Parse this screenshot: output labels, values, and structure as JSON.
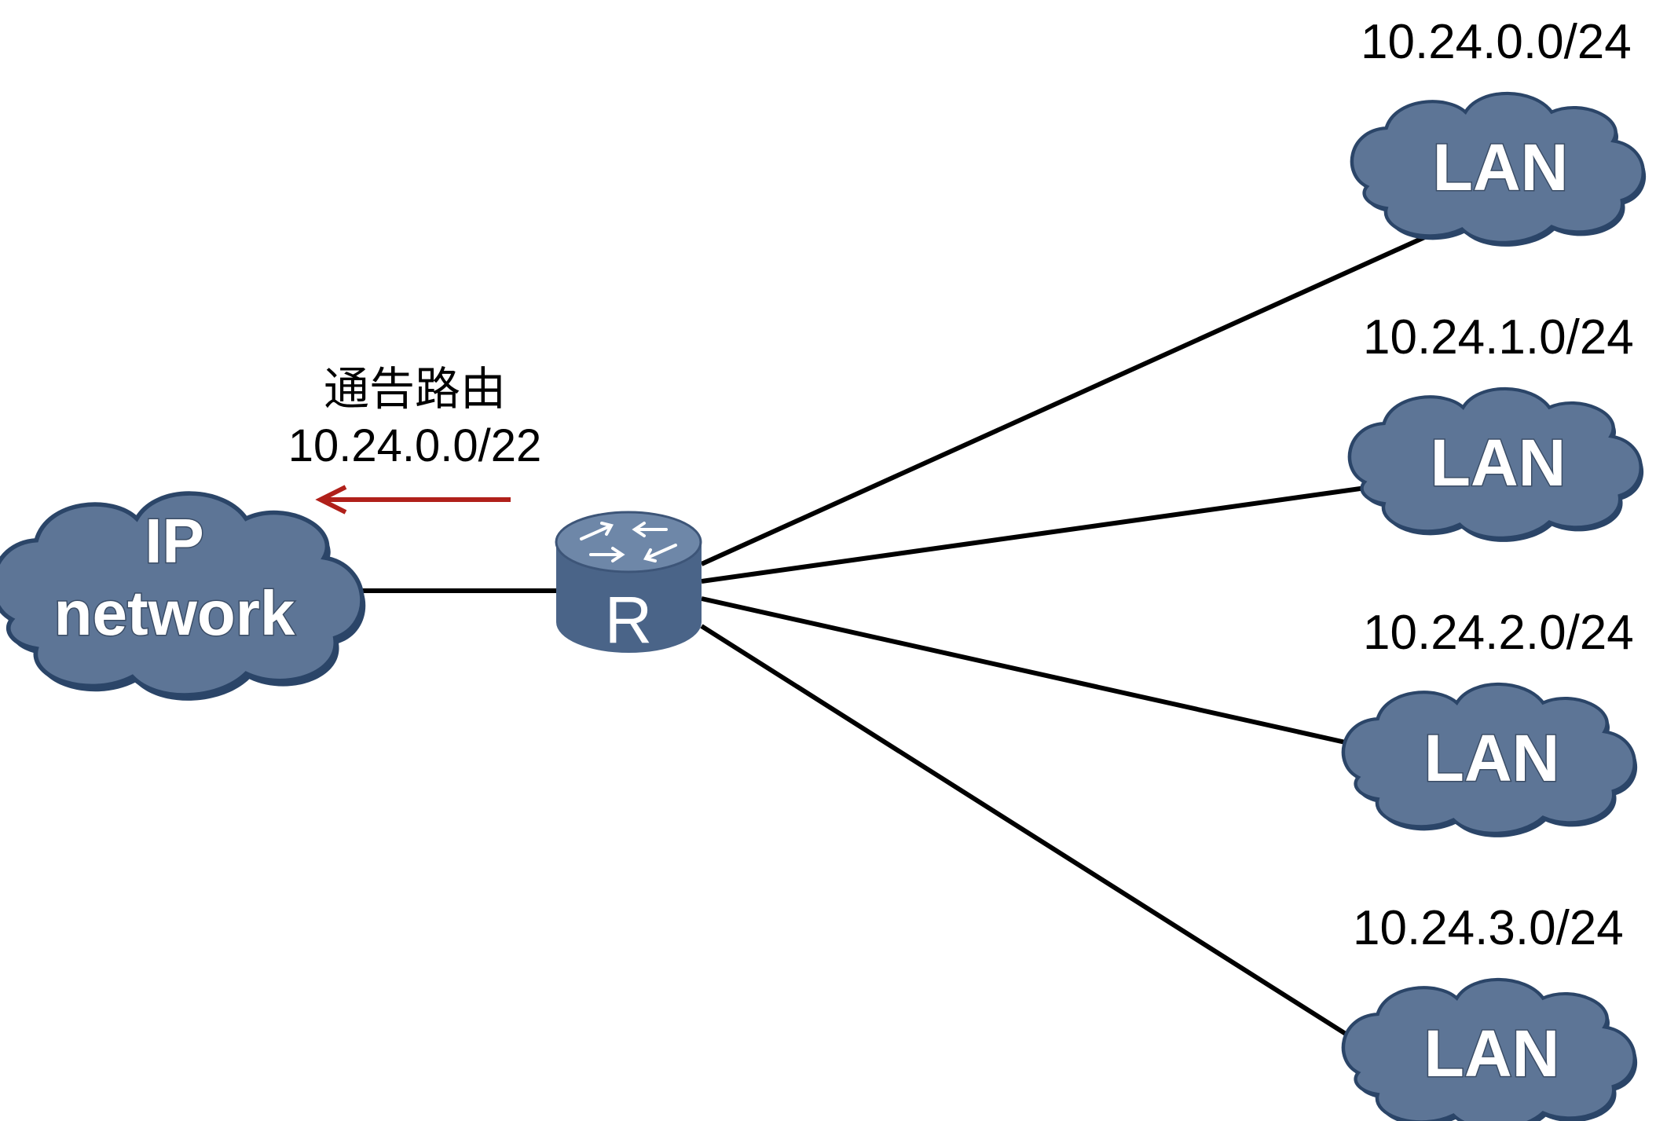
{
  "route_advertisement": {
    "title": "通告路由",
    "prefix": "10.24.0.0/22"
  },
  "ip_network": {
    "line1": "IP",
    "line2": "network"
  },
  "router": {
    "label": "R"
  },
  "lans": [
    {
      "subnet": "10.24.0.0/24",
      "label": "LAN"
    },
    {
      "subnet": "10.24.1.0/24",
      "label": "LAN"
    },
    {
      "subnet": "10.24.2.0/24",
      "label": "LAN"
    },
    {
      "subnet": "10.24.3.0/24",
      "label": "LAN"
    }
  ],
  "colors": {
    "cloud_fill": "#5d7596",
    "cloud_edge": "#2b4568",
    "router_top": "#6e87a8",
    "router_body": "#4a6488",
    "arrow": "#b0201a",
    "link": "#000000"
  }
}
